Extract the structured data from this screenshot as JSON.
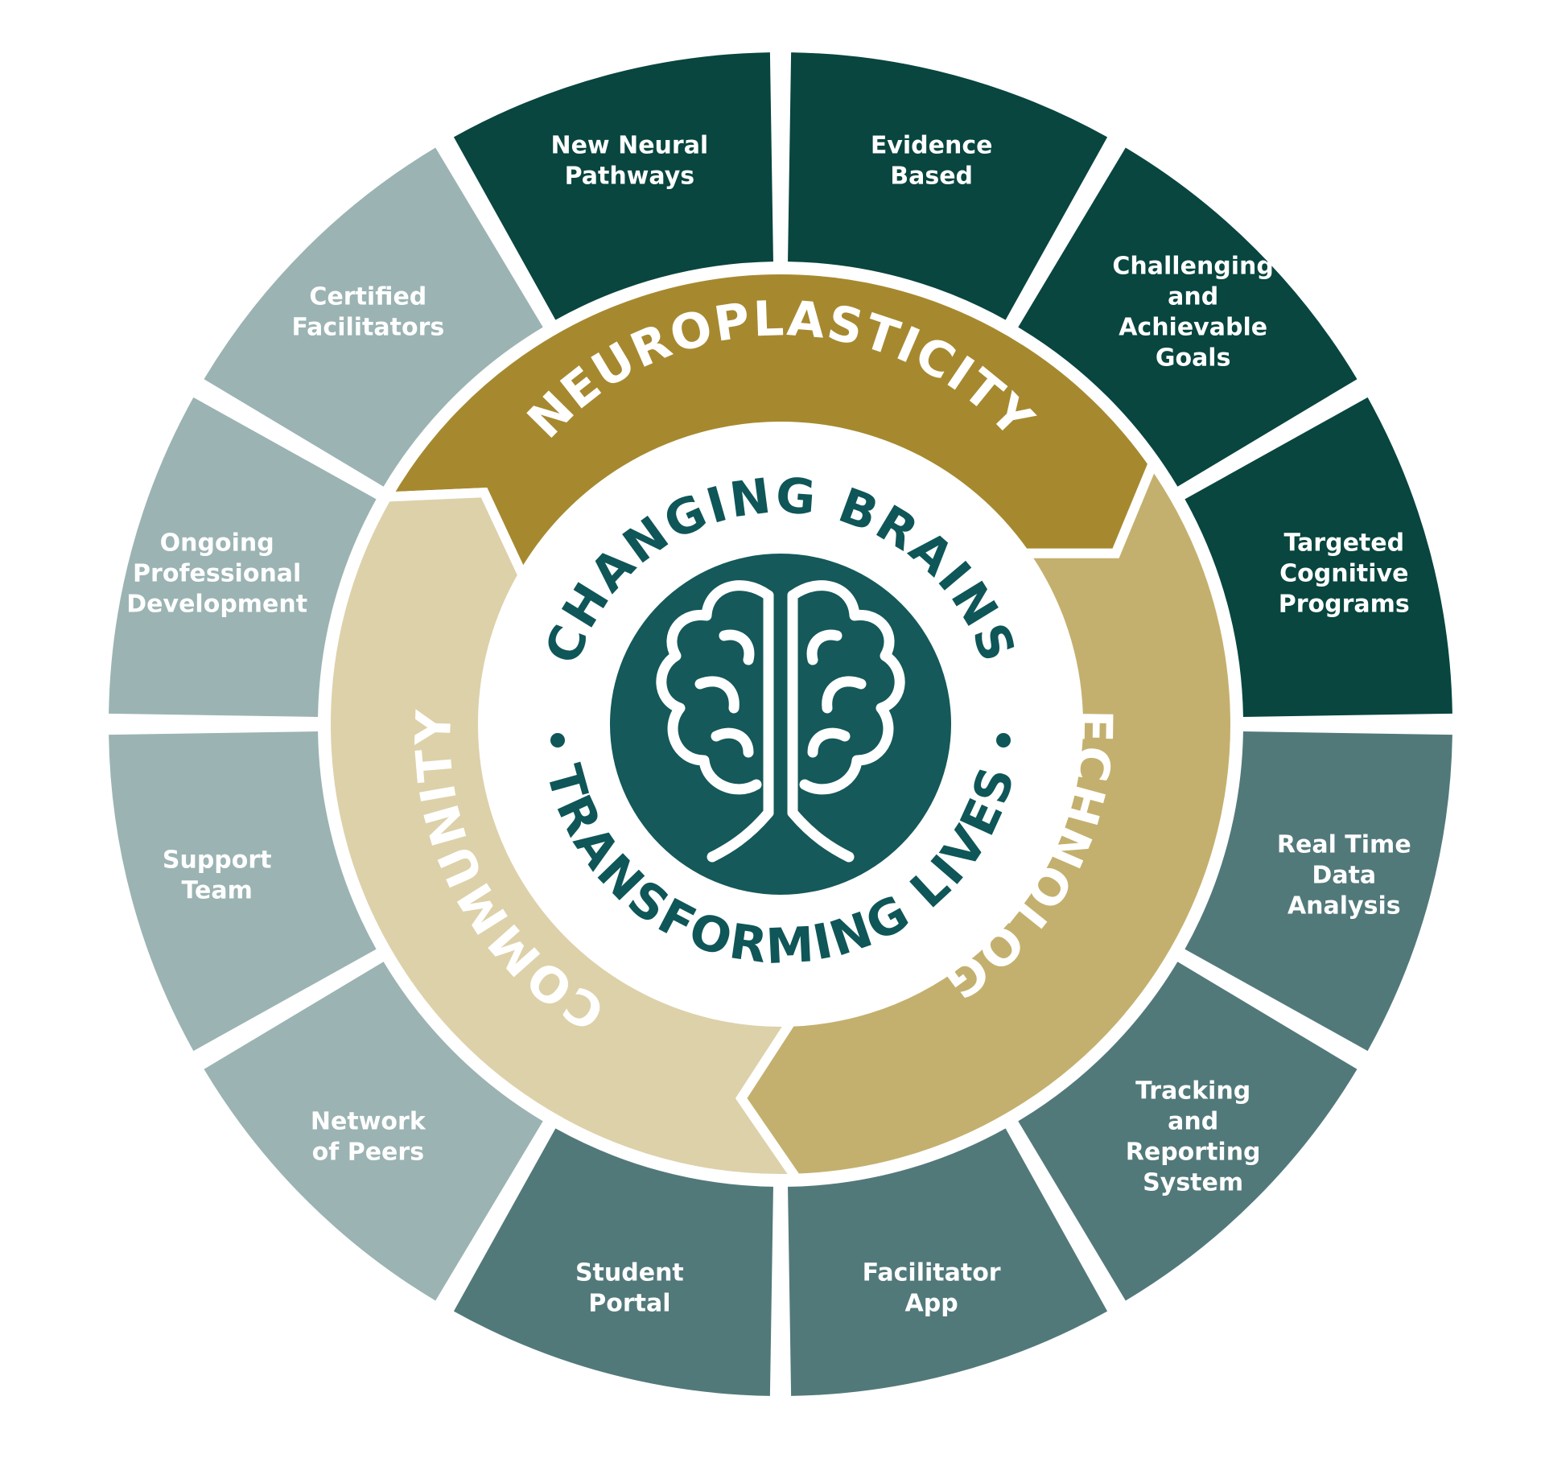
{
  "colors": {
    "neuroplasticity_dark": "#08463f",
    "technology_mid": "#52797a",
    "community_light": "#9bb3b3",
    "arc_gold": "#a6892f",
    "arc_tan": "#c4b06e",
    "arc_cream": "#ddd1aa",
    "brain_teal": "#15595a",
    "background": "#ffffff"
  },
  "center": {
    "top_text": "CHANGING BRAINS",
    "bottom_text": "TRANSFORMING LIVES",
    "icon": "brain-icon"
  },
  "pillars": [
    {
      "id": "neuroplasticity",
      "label": "NEUROPLASTICITY"
    },
    {
      "id": "technology",
      "label": "TECHNOLOGY"
    },
    {
      "id": "community",
      "label": "COMMUNITY"
    }
  ],
  "segments": [
    {
      "group": "neuroplasticity",
      "lines": [
        "Evidence",
        "Based"
      ]
    },
    {
      "group": "neuroplasticity",
      "lines": [
        "Challenging",
        "and",
        "Achievable",
        "Goals"
      ]
    },
    {
      "group": "neuroplasticity",
      "lines": [
        "Targeted",
        "Cognitive",
        "Programs"
      ]
    },
    {
      "group": "technology",
      "lines": [
        "Real Time",
        "Data",
        "Analysis"
      ]
    },
    {
      "group": "technology",
      "lines": [
        "Tracking",
        "and",
        "Reporting",
        "System"
      ]
    },
    {
      "group": "technology",
      "lines": [
        "Facilitator",
        "App"
      ]
    },
    {
      "group": "technology",
      "lines": [
        "Student",
        "Portal"
      ]
    },
    {
      "group": "community",
      "lines": [
        "Network",
        "of Peers"
      ]
    },
    {
      "group": "community",
      "lines": [
        "Support",
        "Team"
      ]
    },
    {
      "group": "community",
      "lines": [
        "Ongoing",
        "Professional",
        "Development"
      ]
    },
    {
      "group": "community",
      "lines": [
        "Certified",
        "Facilitators"
      ]
    },
    {
      "group": "neuroplasticity",
      "lines": [
        "New Neural",
        "Pathways"
      ]
    }
  ]
}
